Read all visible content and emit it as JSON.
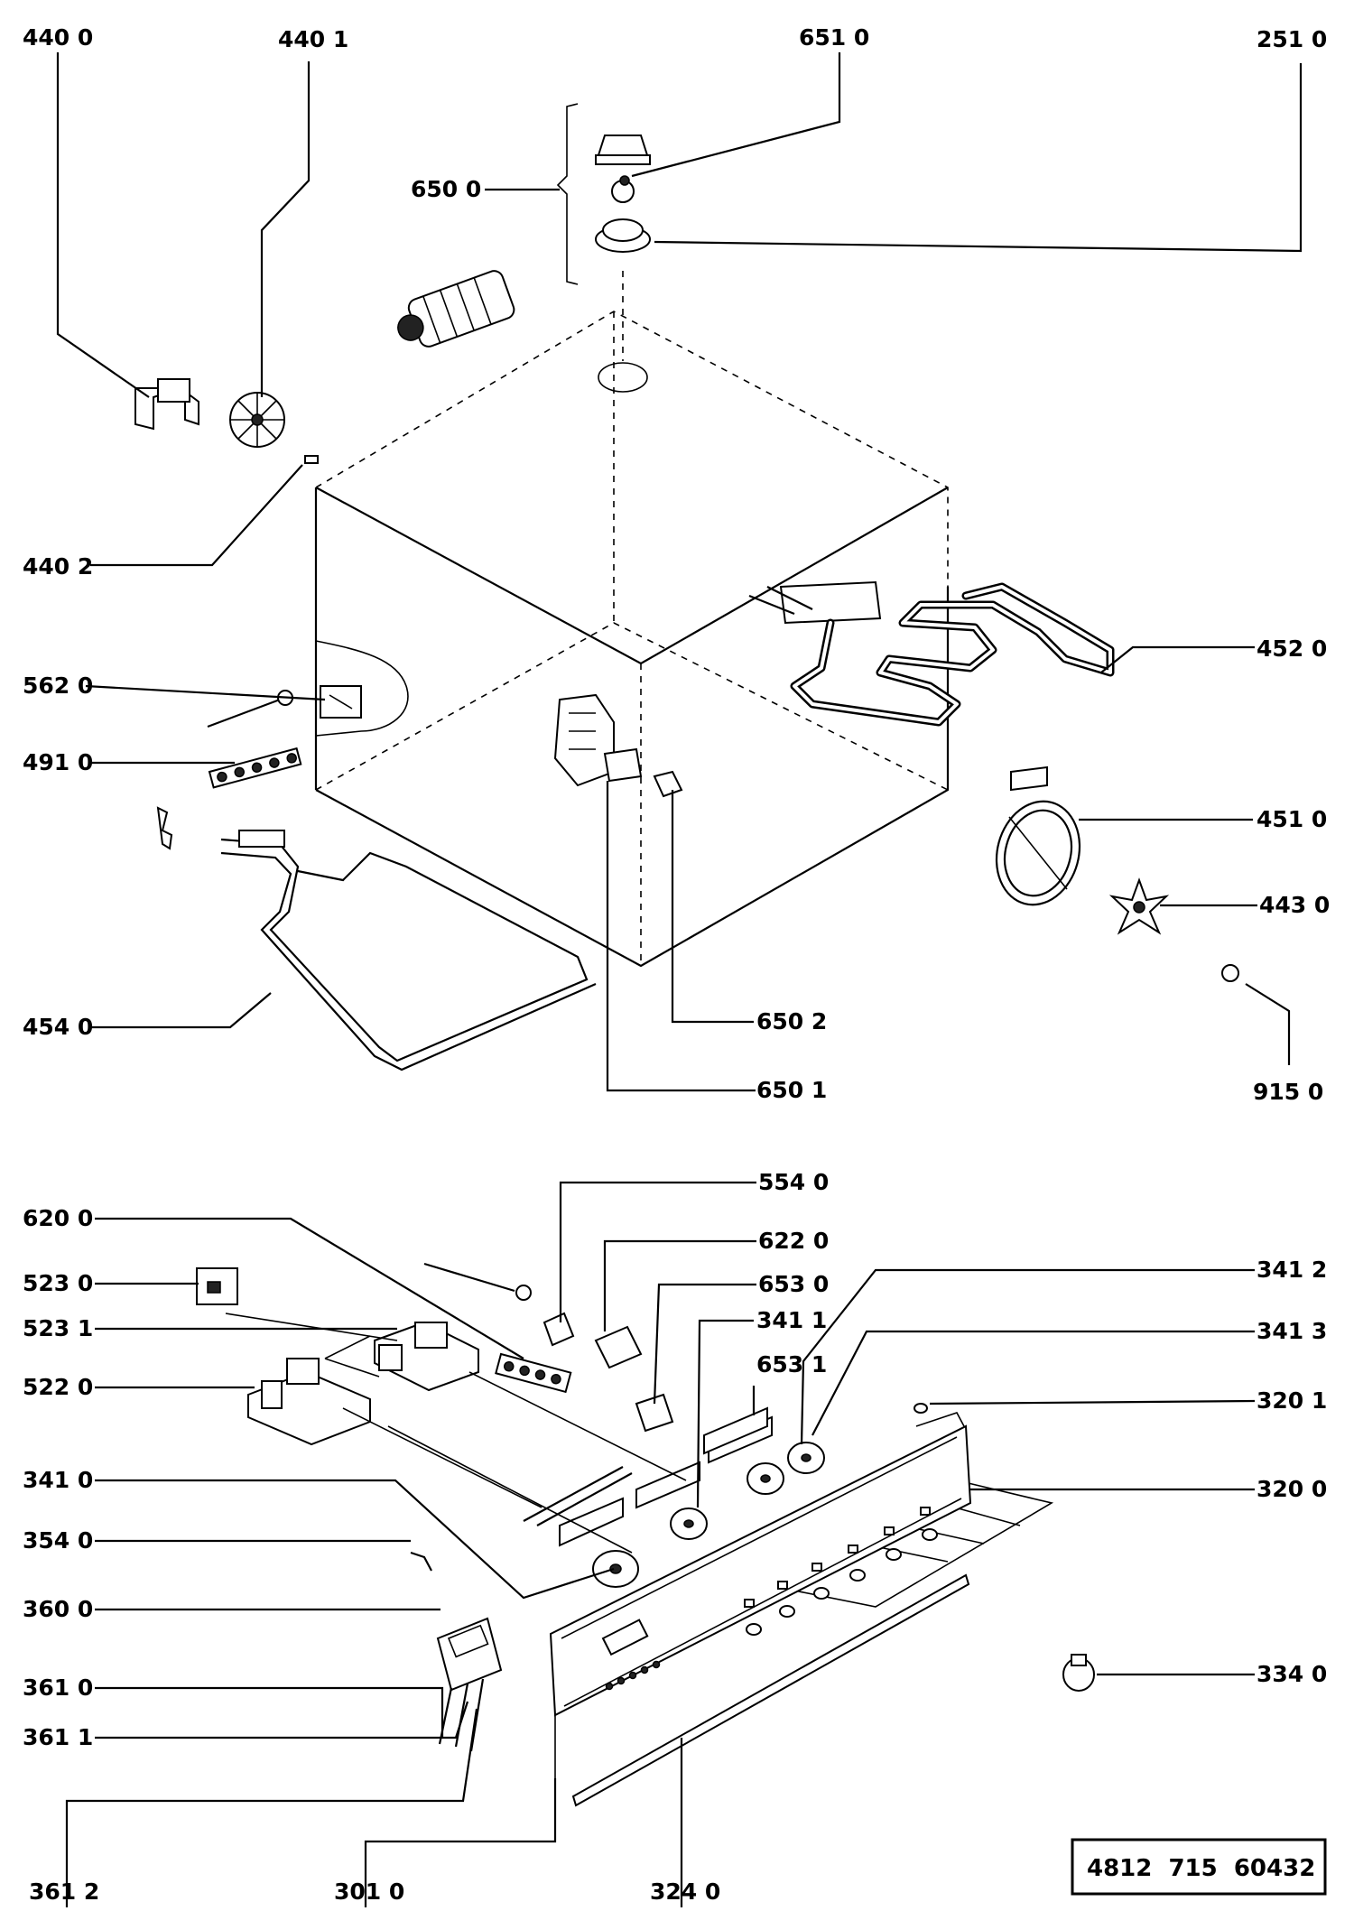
{
  "callouts": {
    "c4400": "440 0",
    "c4401": "440 1",
    "c6510": "651 0",
    "c2510": "251 0",
    "c6500": "650 0",
    "c4402": "440 2",
    "c5620": "562 0",
    "c4910": "491 0",
    "c4520": "452 0",
    "c4510": "451 0",
    "c4430": "443 0",
    "c4540": "454 0",
    "c6502": "650 2",
    "c6501": "650 1",
    "c9150": "915 0",
    "c5540": "554 0",
    "c6200": "620 0",
    "c6220": "622 0",
    "c5230": "523 0",
    "c6530": "653 0",
    "c3412": "341 2",
    "c5231": "523 1",
    "c3411": "341 1",
    "c3413": "341 3",
    "c6531": "653 1",
    "c5220": "522 0",
    "c3201": "320 1",
    "c3410": "341 0",
    "c3200": "320 0",
    "c3540": "354 0",
    "c3600": "360 0",
    "c3340": "334 0",
    "c3610": "361 0",
    "c3611": "361 1",
    "c3612": "361 2",
    "c3010": "301 0",
    "c3240": "324 0"
  },
  "diagram_code": "4812  715  60432"
}
